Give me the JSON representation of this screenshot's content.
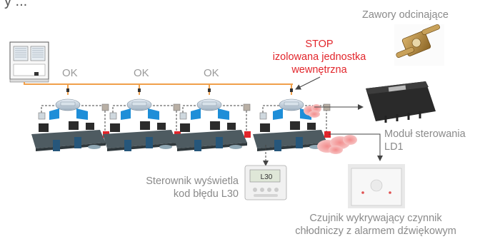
{
  "heading_fragment": "y ...",
  "status": {
    "unit1": "OK",
    "unit2": "OK",
    "unit3": "OK"
  },
  "stop_notice": {
    "line1": "STOP",
    "line2": "izolowana jednostka",
    "line3": "wewnętrzna"
  },
  "shutoff_valves": "Zawory odcinające",
  "control_module": {
    "line1": "Moduł sterowania",
    "line2": "LD1"
  },
  "controller_text": {
    "line1": "Sterownik wyświetla",
    "line2": "kod błędu L30"
  },
  "controller_display": "L30",
  "sensor_text": {
    "line1": "Czujnik wykrywający czynnik",
    "line2": "chłodniczy z alarmem dźwiękowym"
  },
  "colors": {
    "pipe": "#f0a04b",
    "alarm": "#e2252b",
    "label": "#8a8a8a",
    "ok": "#9a9a9a",
    "indoor_unit": "#1e8ed8"
  }
}
